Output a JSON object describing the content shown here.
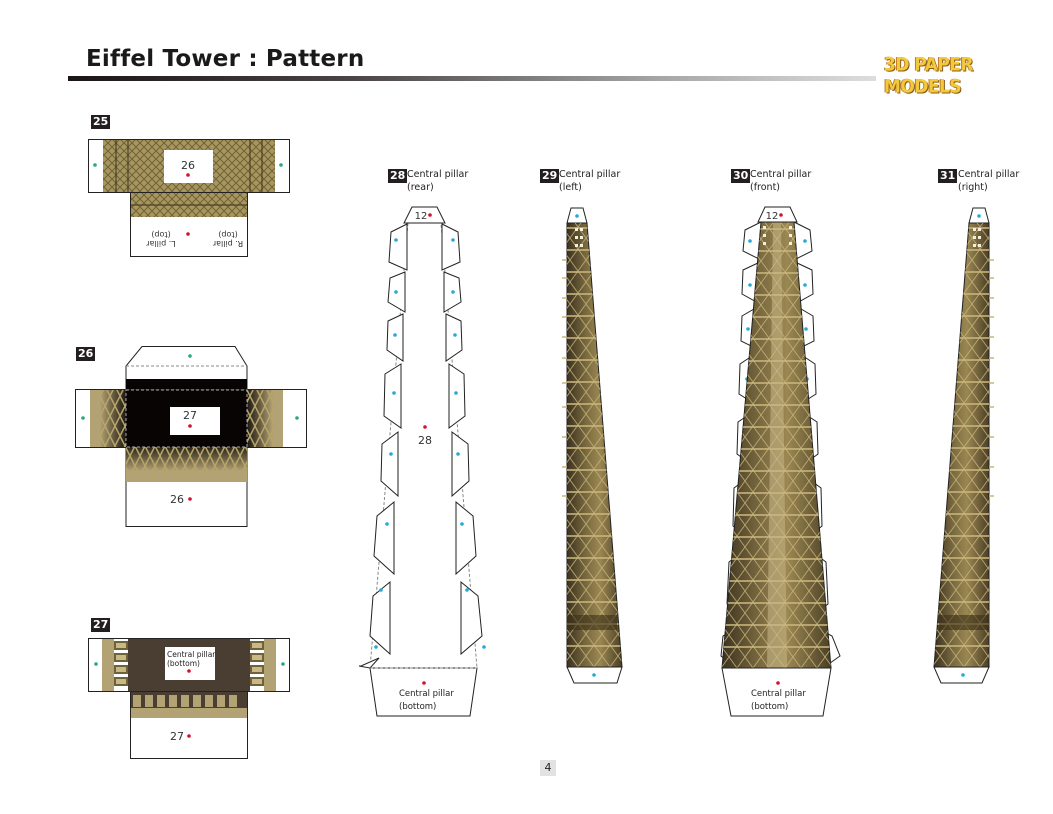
{
  "header": {
    "title": "Eiffel Tower : Pattern",
    "brand": "3D PAPER MODELS"
  },
  "colors": {
    "gold": "#b3a273",
    "dark": "#231f20",
    "glue_dot_green": "#2aa58a",
    "glue_dot_blue": "#29a8d8",
    "ref_dot_red": "#d0142c"
  },
  "parts": [
    {
      "number": "25",
      "labels": [
        "26",
        "R. pillar (top)",
        "L. pillar (top)"
      ]
    },
    {
      "number": "26",
      "labels": [
        "27",
        "26"
      ]
    },
    {
      "number": "27",
      "labels": [
        "Central pillar (bottom)",
        "27"
      ]
    },
    {
      "number": "28",
      "caption_line1": "Central pillar",
      "caption_line2": "(rear)",
      "labels": [
        "12",
        "28",
        "Central pillar (bottom)"
      ]
    },
    {
      "number": "29",
      "caption_line1": "Central pillar",
      "caption_line2": "(left)"
    },
    {
      "number": "30",
      "caption_line1": "Central pillar",
      "caption_line2": "(front)",
      "labels": [
        "12",
        "Central pillar (bottom)"
      ]
    },
    {
      "number": "31",
      "caption_line1": "Central pillar",
      "caption_line2": "(right)"
    }
  ],
  "piece_labels": {
    "p25_center": "26",
    "p25_r_pillar": "R. pillar",
    "p25_r_top": "(top)",
    "p25_l_pillar": "L. pillar",
    "p25_l_top": "(top)",
    "p26_center": "27",
    "p26_bottom": "26",
    "p27_center_line1": "Central pillar",
    "p27_center_line2": "(bottom)",
    "p27_bottom": "27",
    "p28_top": "12",
    "p28_center": "28",
    "p28_bottom_line1": "Central pillar",
    "p28_bottom_line2": "(bottom)",
    "p30_top": "12",
    "p30_bottom_line1": "Central pillar",
    "p30_bottom_line2": "(bottom)"
  },
  "footer": {
    "page_number": "4"
  }
}
